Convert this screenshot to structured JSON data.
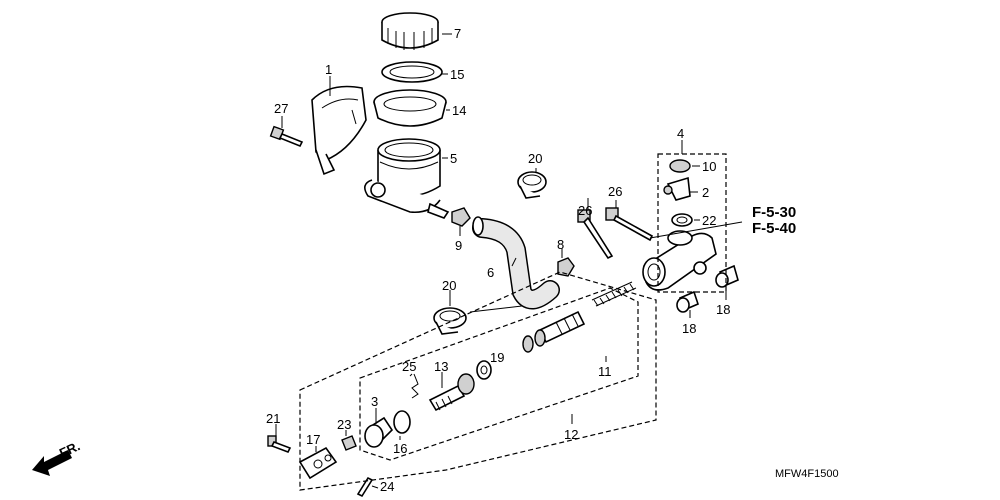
{
  "diagram": {
    "code": "MFW4F1500",
    "refs": [
      "F-5-30",
      "F-5-40"
    ],
    "direction_label": "FR.",
    "callouts": {
      "c1": "1",
      "c2": "2",
      "c3": "3",
      "c4": "4",
      "c5": "5",
      "c6": "6",
      "c7": "7",
      "c8": "8",
      "c9": "9",
      "c10": "10",
      "c11": "11",
      "c12": "12",
      "c13": "13",
      "c14": "14",
      "c15": "15",
      "c16": "16",
      "c17": "17",
      "c18a": "18",
      "c18b": "18",
      "c19": "19",
      "c20a": "20",
      "c20b": "20",
      "c21": "21",
      "c22": "22",
      "c23": "23",
      "c24": "24",
      "c25": "25",
      "c26a": "26",
      "c26b": "26",
      "c27": "27"
    }
  }
}
